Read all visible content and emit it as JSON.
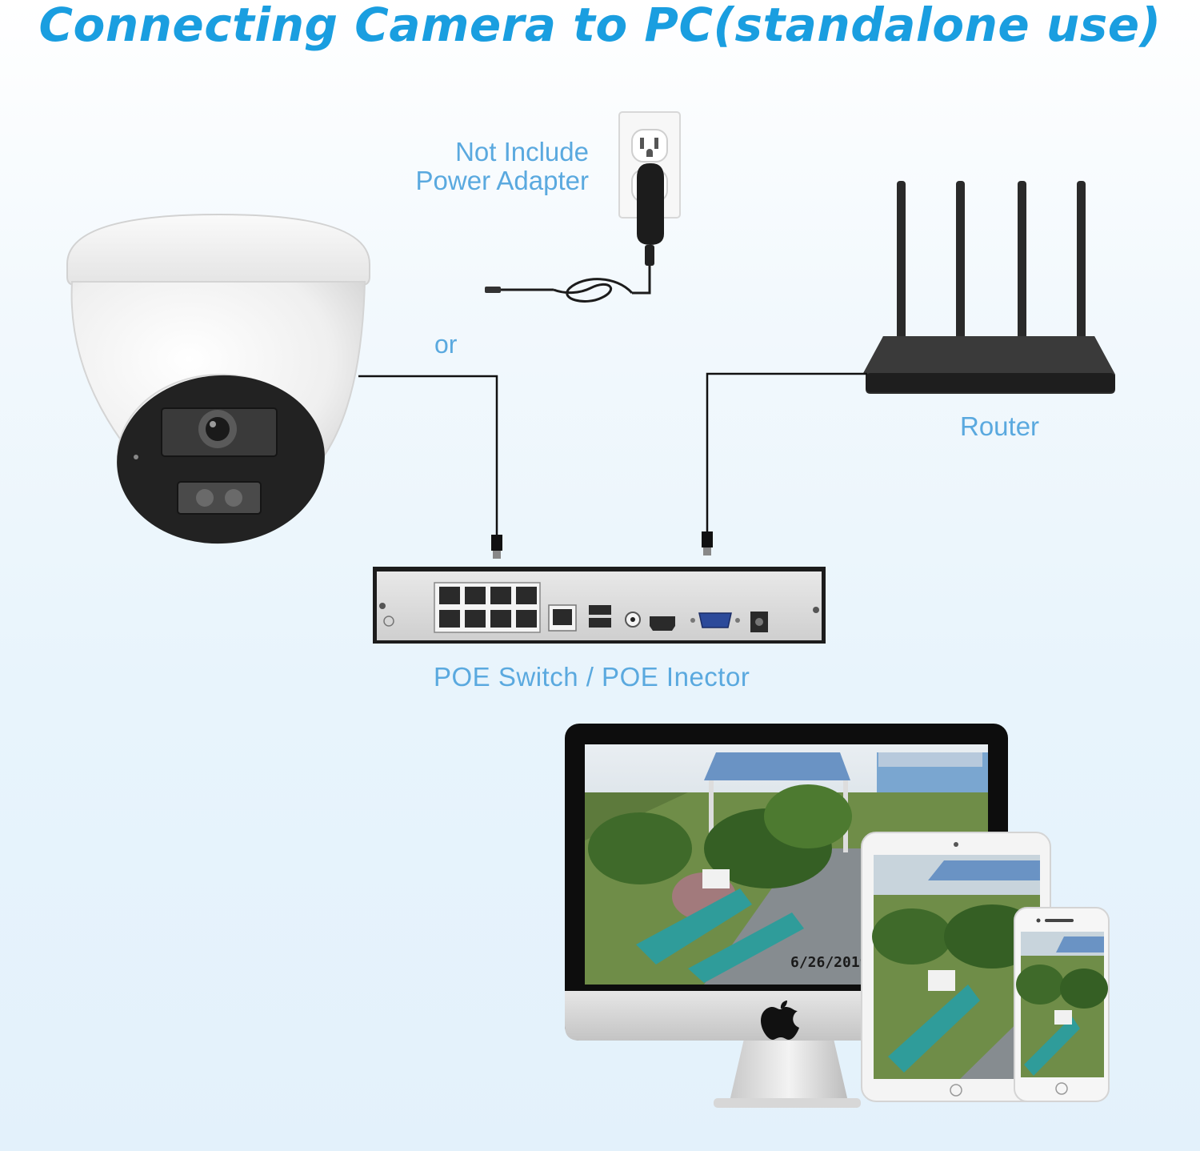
{
  "title": "Connecting Camera to PC(standalone use)",
  "labels": {
    "adapter_line1": "Not Include",
    "adapter_line2": "Power Adapter",
    "or": "or",
    "router": "Router",
    "poe": "POE Switch / POE Inector",
    "date_stamp": "6/26/2019"
  },
  "colors": {
    "title": "#1a9ee0",
    "label": "#5aa9df",
    "background": "#eaf5fc"
  },
  "icons": [
    "dome-camera-icon",
    "power-outlet-icon",
    "power-adapter-icon",
    "router-icon",
    "poe-switch-icon",
    "imac-icon",
    "tablet-icon",
    "smartphone-icon",
    "apple-logo-icon"
  ]
}
